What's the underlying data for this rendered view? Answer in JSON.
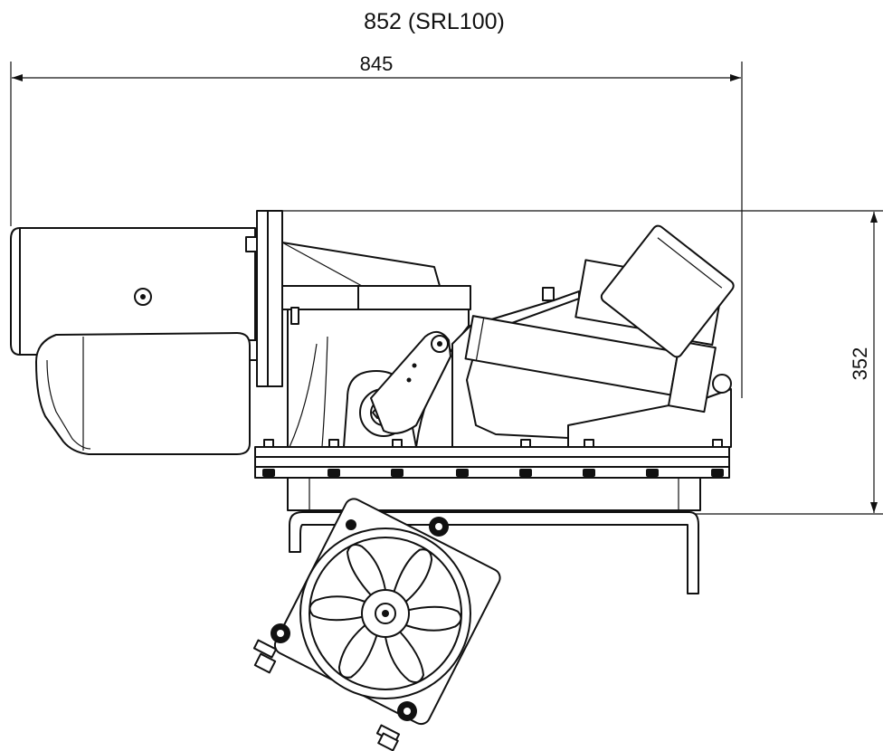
{
  "dimensions": {
    "overall_length_alt": "852 (SRL100)",
    "overall_length": "845",
    "height": "352"
  },
  "colors": {
    "line": "#111111",
    "background": "#ffffff"
  }
}
